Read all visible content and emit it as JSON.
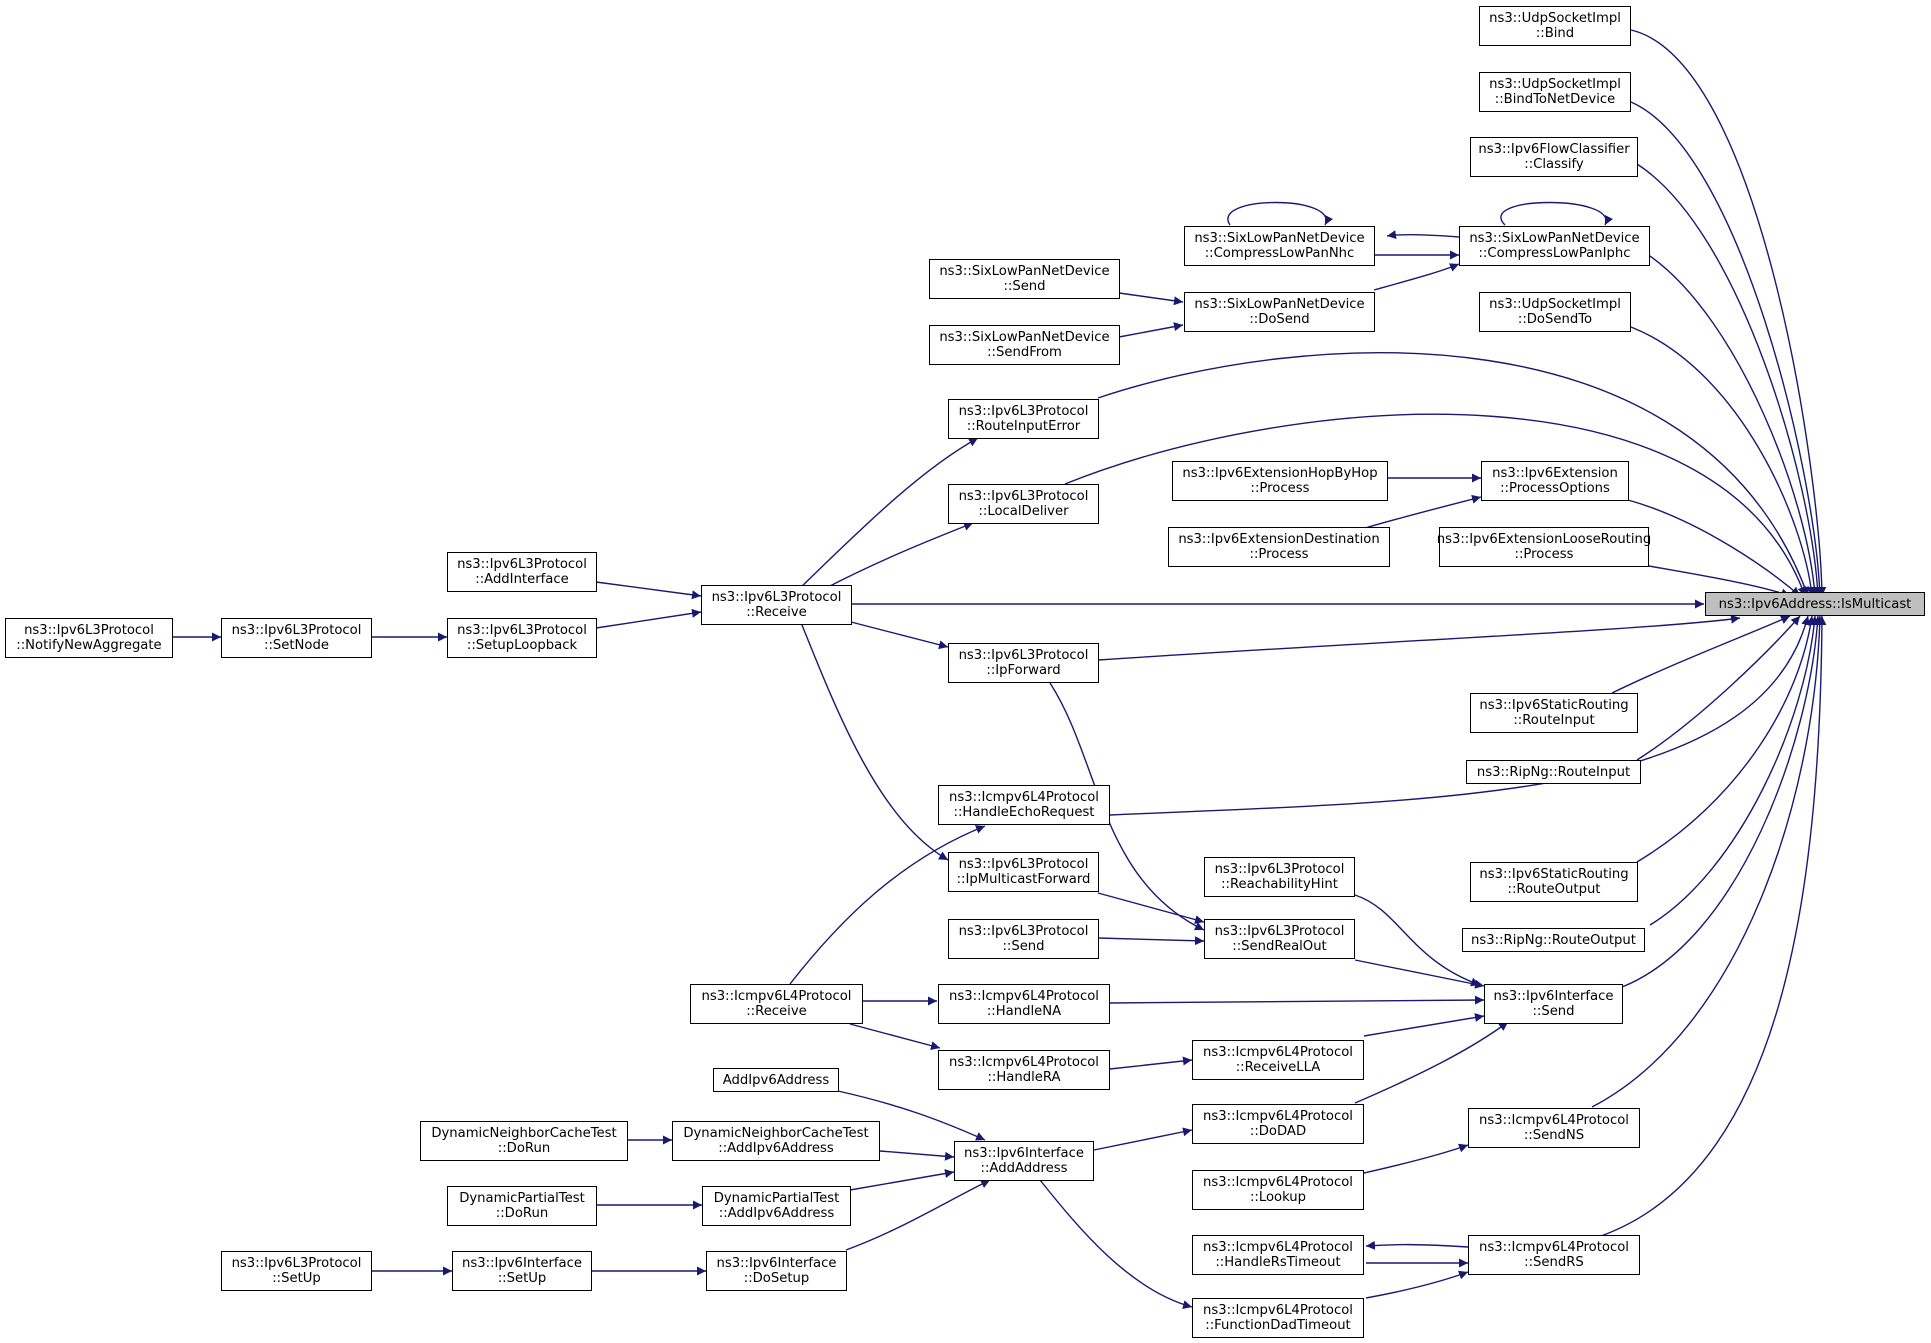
{
  "colors": {
    "edge": "#191970",
    "node_border": "#000000",
    "highlight_fill": "#bfbfbf",
    "background": "#ffffff"
  },
  "nodes": {
    "ismulticast": {
      "l1": "ns3::Ipv6Address::IsMulticast",
      "l2": ""
    },
    "udp_bind": {
      "l1": "ns3::UdpSocketImpl",
      "l2": "::Bind"
    },
    "udp_bindtonet": {
      "l1": "ns3::UdpSocketImpl",
      "l2": "::BindToNetDevice"
    },
    "flow_classify": {
      "l1": "ns3::Ipv6FlowClassifier",
      "l2": "::Classify"
    },
    "six_iphc": {
      "l1": "ns3::SixLowPanNetDevice",
      "l2": "::CompressLowPanIphc"
    },
    "six_nhc": {
      "l1": "ns3::SixLowPanNetDevice",
      "l2": "::CompressLowPanNhc"
    },
    "udp_dosendto": {
      "l1": "ns3::UdpSocketImpl",
      "l2": "::DoSendTo"
    },
    "six_dosend": {
      "l1": "ns3::SixLowPanNetDevice",
      "l2": "::DoSend"
    },
    "six_send": {
      "l1": "ns3::SixLowPanNetDevice",
      "l2": "::Send"
    },
    "six_sendfrom": {
      "l1": "ns3::SixLowPanNetDevice",
      "l2": "::SendFrom"
    },
    "l3_routeinputerror": {
      "l1": "ns3::Ipv6L3Protocol",
      "l2": "::RouteInputError"
    },
    "l3_localdeliver": {
      "l1": "ns3::Ipv6L3Protocol",
      "l2": "::LocalDeliver"
    },
    "ext_processoptions": {
      "l1": "ns3::Ipv6Extension",
      "l2": "::ProcessOptions"
    },
    "ext_hopbyhop": {
      "l1": "ns3::Ipv6ExtensionHopByHop",
      "l2": "::Process"
    },
    "ext_destination": {
      "l1": "ns3::Ipv6ExtensionDestination",
      "l2": "::Process"
    },
    "ext_looserouting": {
      "l1": "ns3::Ipv6ExtensionLooseRouting",
      "l2": "::Process"
    },
    "l3_addinterface": {
      "l1": "ns3::Ipv6L3Protocol",
      "l2": "::AddInterface"
    },
    "l3_receive": {
      "l1": "ns3::Ipv6L3Protocol",
      "l2": "::Receive"
    },
    "l3_notifynewagg": {
      "l1": "ns3::Ipv6L3Protocol",
      "l2": "::NotifyNewAggregate"
    },
    "l3_setnode": {
      "l1": "ns3::Ipv6L3Protocol",
      "l2": "::SetNode"
    },
    "l3_setuploopback": {
      "l1": "ns3::Ipv6L3Protocol",
      "l2": "::SetupLoopback"
    },
    "l3_ipforward": {
      "l1": "ns3::Ipv6L3Protocol",
      "l2": "::IpForward"
    },
    "static_routeinput": {
      "l1": "ns3::Ipv6StaticRouting",
      "l2": "::RouteInput"
    },
    "ripng_routeinput": {
      "l1": "ns3::RipNg::RouteInput",
      "l2": ""
    },
    "icmp_handleecho": {
      "l1": "ns3::Icmpv6L4Protocol",
      "l2": "::HandleEchoRequest"
    },
    "l3_ipmulticastfwd": {
      "l1": "ns3::Ipv6L3Protocol",
      "l2": "::IpMulticastForward"
    },
    "l3_reachhint": {
      "l1": "ns3::Ipv6L3Protocol",
      "l2": "::ReachabilityHint"
    },
    "static_routeoutput": {
      "l1": "ns3::Ipv6StaticRouting",
      "l2": "::RouteOutput"
    },
    "l3_send": {
      "l1": "ns3::Ipv6L3Protocol",
      "l2": "::Send"
    },
    "l3_sendrealout": {
      "l1": "ns3::Ipv6L3Protocol",
      "l2": "::SendRealOut"
    },
    "ripng_routeoutput": {
      "l1": "ns3::RipNg::RouteOutput",
      "l2": ""
    },
    "icmp_receive": {
      "l1": "ns3::Icmpv6L4Protocol",
      "l2": "::Receive"
    },
    "icmp_handlena": {
      "l1": "ns3::Icmpv6L4Protocol",
      "l2": "::HandleNA"
    },
    "if_send": {
      "l1": "ns3::Ipv6Interface",
      "l2": "::Send"
    },
    "icmp_handlera": {
      "l1": "ns3::Icmpv6L4Protocol",
      "l2": "::HandleRA"
    },
    "icmp_receivella": {
      "l1": "ns3::Icmpv6L4Protocol",
      "l2": "::ReceiveLLA"
    },
    "addipv6address": {
      "l1": "AddIpv6Address",
      "l2": ""
    },
    "dnct_dorun": {
      "l1": "DynamicNeighborCacheTest",
      "l2": "::DoRun"
    },
    "dnct_addipv6": {
      "l1": "DynamicNeighborCacheTest",
      "l2": "::AddIpv6Address"
    },
    "if_addaddress": {
      "l1": "ns3::Ipv6Interface",
      "l2": "::AddAddress"
    },
    "icmp_dodad": {
      "l1": "ns3::Icmpv6L4Protocol",
      "l2": "::DoDAD"
    },
    "icmp_sendns": {
      "l1": "ns3::Icmpv6L4Protocol",
      "l2": "::SendNS"
    },
    "dpt_dorun": {
      "l1": "DynamicPartialTest",
      "l2": "::DoRun"
    },
    "dpt_addipv6": {
      "l1": "DynamicPartialTest",
      "l2": "::AddIpv6Address"
    },
    "icmp_lookup": {
      "l1": "ns3::Icmpv6L4Protocol",
      "l2": "::Lookup"
    },
    "icmp_handlerstimeout": {
      "l1": "ns3::Icmpv6L4Protocol",
      "l2": "::HandleRsTimeout"
    },
    "icmp_sendrs": {
      "l1": "ns3::Icmpv6L4Protocol",
      "l2": "::SendRS"
    },
    "l3_setup": {
      "l1": "ns3::Ipv6L3Protocol",
      "l2": "::SetUp"
    },
    "if_setup": {
      "l1": "ns3::Ipv6Interface",
      "l2": "::SetUp"
    },
    "if_dosetup": {
      "l1": "ns3::Ipv6Interface",
      "l2": "::DoSetup"
    },
    "icmp_functiondad": {
      "l1": "ns3::Icmpv6L4Protocol",
      "l2": "::FunctionDadTimeout"
    }
  }
}
